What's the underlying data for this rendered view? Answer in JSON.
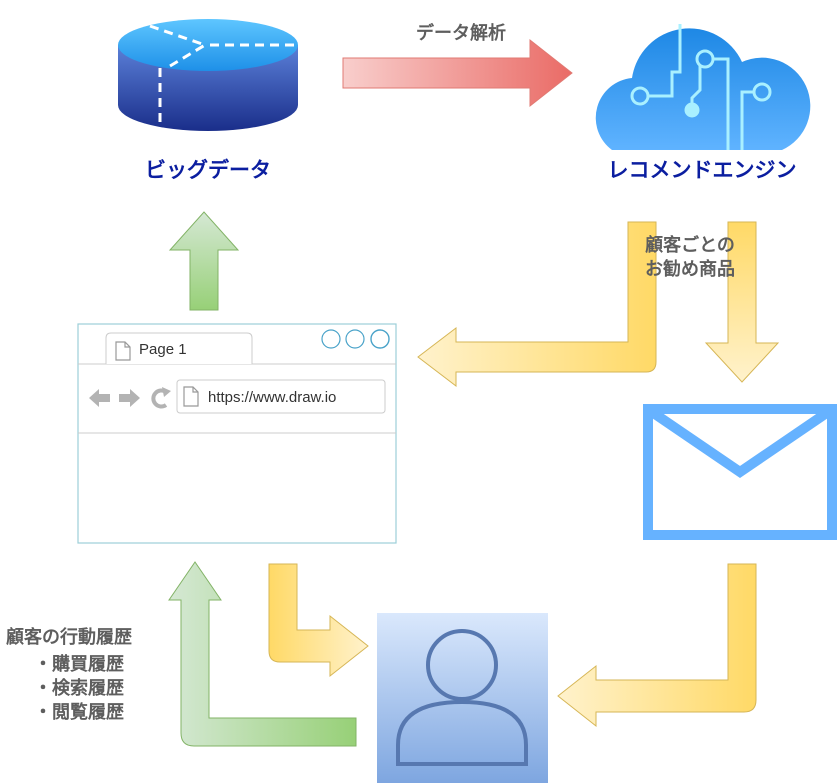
{
  "nodes": {
    "big_data": {
      "label": "ビッグデータ"
    },
    "recommend_engine": {
      "label": "レコメンドエンジン"
    }
  },
  "edges": {
    "analysis": {
      "label": "データ解析"
    },
    "recommendations": {
      "line1": "顧客ごとの",
      "line2": "お勧め商品"
    }
  },
  "browser": {
    "tab_label": "Page 1",
    "url": "https://www.draw.io"
  },
  "behavior_note": {
    "title": "顧客の行動履歴",
    "items": [
      "・購買履歴",
      "・検索履歴",
      "・閲覧履歴"
    ]
  },
  "colors": {
    "label_blue": "#0b1ea0",
    "arrow_red": "#ea6b66",
    "arrow_green": "#97d077",
    "arrow_yellow": "#ffd966",
    "mail_blue": "#66b2ff",
    "user_blue": "#7ea6e0"
  }
}
